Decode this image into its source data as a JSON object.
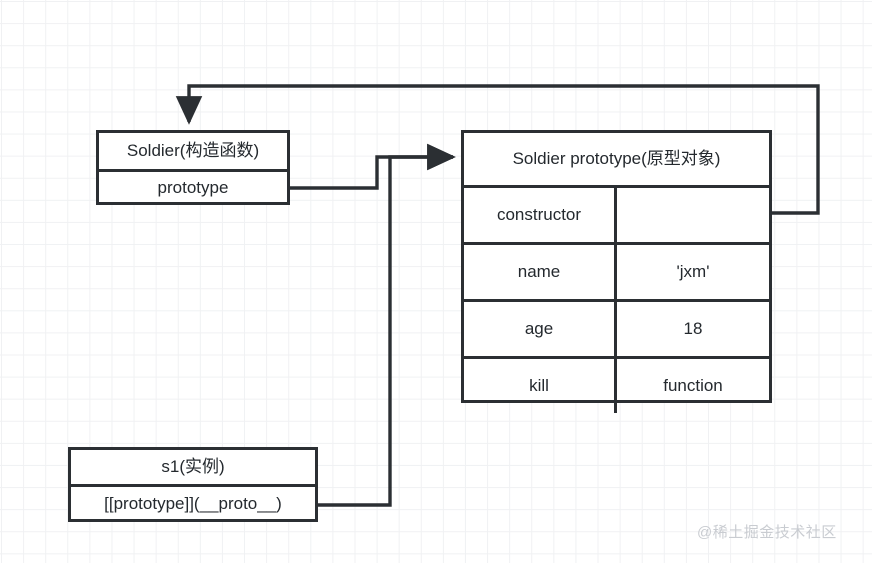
{
  "diagram": {
    "title": "JavaScript prototype chain diagram",
    "line_color": "#2b2f33",
    "text_color": "#24292e",
    "grid_color": "#f0f1f3",
    "background": "#ffffff"
  },
  "constructor_node": {
    "header": "Soldier(构造函数)",
    "rows": [
      {
        "label": "prototype"
      }
    ]
  },
  "prototype_node": {
    "header": "Soldier prototype(原型对象)",
    "rows": [
      {
        "key": "constructor",
        "value": ""
      },
      {
        "key": "name",
        "value": "'jxm'"
      },
      {
        "key": "age",
        "value": "18"
      },
      {
        "key": "kill",
        "value": "function"
      }
    ]
  },
  "instance_node": {
    "header": "s1(实例)",
    "rows": [
      {
        "label": "[[prototype]](__proto__)"
      }
    ]
  },
  "connectors": [
    {
      "name": "prototype-to-proto-object",
      "from": "constructor_node.prototype",
      "to": "prototype_node.header",
      "arrow": true
    },
    {
      "name": "constructor-back-to-soldier",
      "from": "prototype_node.constructor",
      "to": "constructor_node.header",
      "arrow": true
    },
    {
      "name": "instance-proto-to-proto-object",
      "from": "instance_node.__proto__",
      "to": "prototype_node.header",
      "arrow": true
    }
  ],
  "watermark": {
    "text": "@稀土掘金技术社区"
  }
}
